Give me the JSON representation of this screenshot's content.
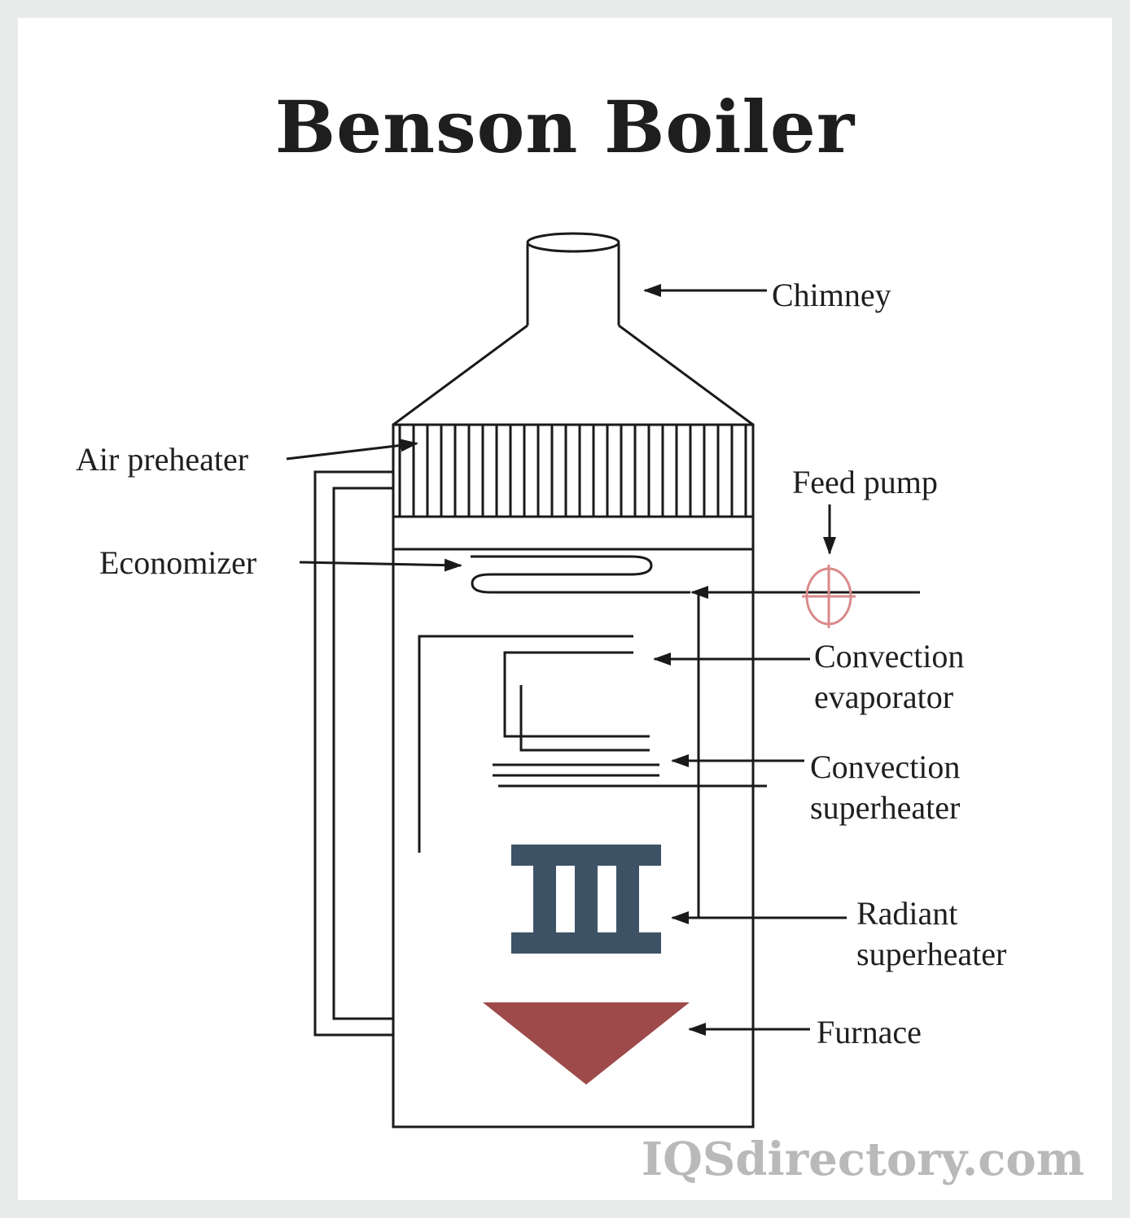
{
  "page": {
    "title": "Benson Boiler",
    "watermark": "IQSdirectory.com"
  },
  "labels": {
    "chimney": "Chimney",
    "air_preheater": "Air preheater",
    "feed_pump": "Feed pump",
    "economizer": "Economizer",
    "convection_evaporator": "Convection evaporator",
    "convection_superheater": "Convection superheater",
    "radiant_superheater": "Radiant superheater",
    "furnace": "Furnace"
  },
  "colors": {
    "outline": "#1a1a1a",
    "radiant_superheater": "#3e5266",
    "furnace": "#9e4a4a",
    "feed_pump": "#d98a8a",
    "watermark": "#b9b9b9"
  }
}
